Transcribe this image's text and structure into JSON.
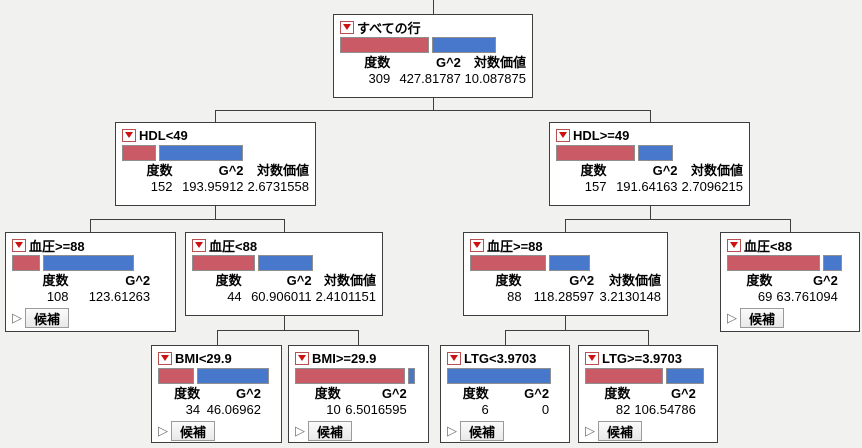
{
  "labels": {
    "count": "度数",
    "g2": "G^2",
    "logworth": "対数価値",
    "candidates": "候補"
  },
  "colors": {
    "bar_red": "#cb5a67",
    "bar_blue": "#4878cc",
    "node_border": "#3e3e3e",
    "background": "#f1f1ef",
    "hotspot_red": "#cc1111"
  },
  "nodes": [
    {
      "title": "すべての行",
      "count": "309",
      "g2": "427.81787",
      "logworth": "10.087875",
      "bar": {
        "red": 48,
        "blue": 34
      }
    },
    {
      "title": "HDL<49",
      "count": "152",
      "g2": "193.95912",
      "logworth": "2.6731558",
      "bar": {
        "red": 18,
        "blue": 45
      }
    },
    {
      "title": "HDL>=49",
      "count": "157",
      "g2": "191.64163",
      "logworth": "2.7096215",
      "bar": {
        "red": 42,
        "blue": 19
      }
    },
    {
      "title": "血圧>=88",
      "count": "108",
      "g2": "123.61263",
      "bar": {
        "red": 18,
        "blue": 58
      }
    },
    {
      "title": "血圧<88",
      "count": "44",
      "g2": "60.906011",
      "logworth": "2.4101151",
      "bar": {
        "red": 34,
        "blue": 30
      }
    },
    {
      "title": "血圧>=88",
      "count": "88",
      "g2": "118.28597",
      "logworth": "3.2130148",
      "bar": {
        "red": 40,
        "blue": 21
      }
    },
    {
      "title": "血圧<88",
      "count": "69",
      "g2": "63.761094",
      "bar": {
        "red": 74,
        "blue": 15
      }
    },
    {
      "title": "BMI<29.9",
      "count": "34",
      "g2": "46.06962",
      "bar": {
        "red": 31,
        "blue": 61
      }
    },
    {
      "title": "BMI>=29.9",
      "count": "10",
      "g2": "6.5016595",
      "bar": {
        "red": 87,
        "blue": 5
      }
    },
    {
      "title": "LTG<3.9703",
      "count": "6",
      "g2": "0",
      "bar": {
        "red": 0,
        "blue": 90
      }
    },
    {
      "title": "LTG>=3.9703",
      "count": "82",
      "g2": "106.54786",
      "bar": {
        "red": 62,
        "blue": 30
      }
    }
  ]
}
